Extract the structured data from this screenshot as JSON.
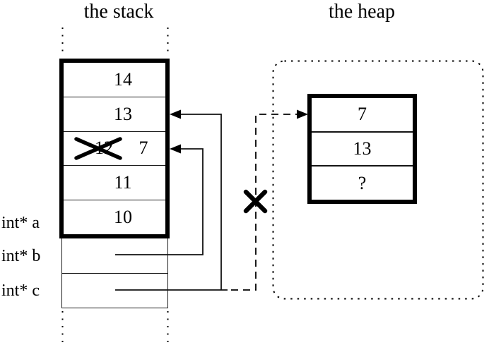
{
  "titles": {
    "stack": "the stack",
    "heap": "the heap"
  },
  "stack_frame": {
    "cells": [
      {
        "value": "14"
      },
      {
        "value": "13"
      },
      {
        "value": "12",
        "crossed_out": true,
        "new_value": "7"
      },
      {
        "value": "11"
      },
      {
        "value": "10"
      }
    ]
  },
  "pointer_vars": [
    {
      "name": "a",
      "label": "int* a"
    },
    {
      "name": "b",
      "label": "int* b"
    },
    {
      "name": "c",
      "label": "int* c"
    }
  ],
  "heap_block": {
    "cells": [
      {
        "value": "7"
      },
      {
        "value": "13"
      },
      {
        "value": "?"
      }
    ]
  },
  "colors": {
    "ink": "#000000",
    "paper": "#ffffff"
  }
}
